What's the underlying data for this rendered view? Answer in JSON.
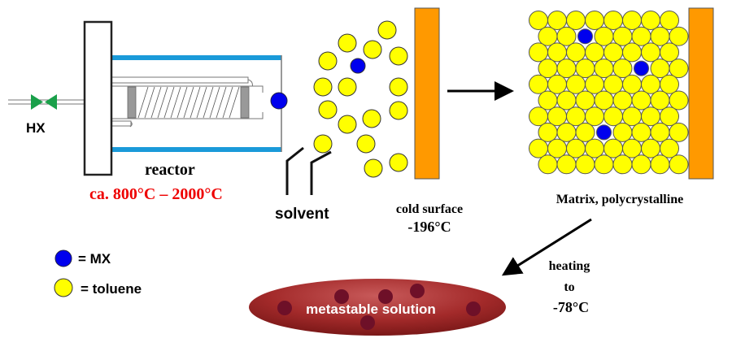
{
  "labels": {
    "hx": "HX",
    "reactor": "reactor",
    "reactor_temp": "ca. 800°C – 2000°C",
    "solvent": "solvent",
    "cold_surface": "cold surface",
    "cold_surface_temp": "-196°C",
    "matrix": "Matrix,  polycrystalline",
    "heating_line1": "heating",
    "heating_line2": "to",
    "heating_line3": "-78°C",
    "solution": "metastable solution"
  },
  "legend": [
    {
      "symbol": "blue-circle",
      "label": "= MX"
    },
    {
      "symbol": "yellow-circle",
      "label": "= toluene"
    }
  ],
  "colors": {
    "mx": "#0000ee",
    "toluene": "#ffff00",
    "cold_surface": "#ff9900",
    "tube": "#1a9ad9",
    "valve": "#1aa04a",
    "temp_text": "#ee0000",
    "solution": "#a32a2a"
  }
}
